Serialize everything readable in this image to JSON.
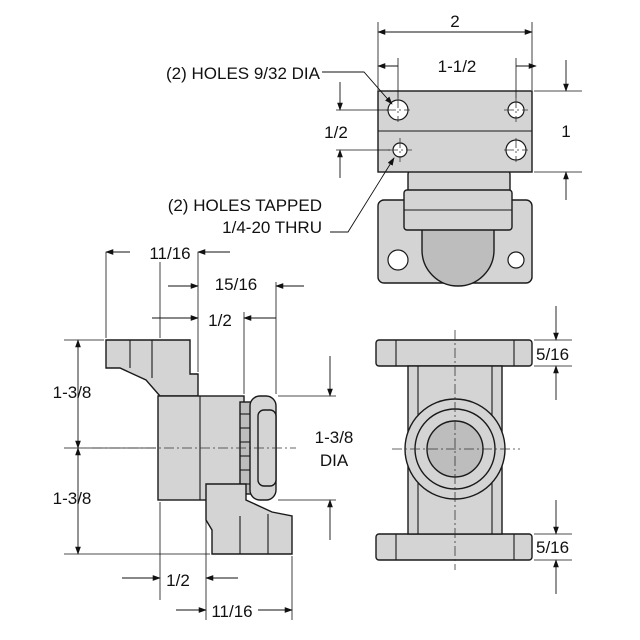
{
  "drawing": {
    "callouts": {
      "holes_dia": "(2) HOLES 9/32 DIA",
      "holes_tapped_line1": "(2) HOLES TAPPED",
      "holes_tapped_line2": "1/4-20 THRU"
    },
    "top_view": {
      "overall_width": "2",
      "hole_spacing": "1-1/2",
      "height": "1",
      "hole_offset": "1/2"
    },
    "side_view": {
      "dim_top_1": "11/16",
      "dim_top_2": "15/16",
      "dim_top_3": "1/2",
      "height_upper": "1-3/8",
      "height_lower": "1-3/8",
      "dim_bottom_1": "1/2",
      "dim_bottom_2": "11/16"
    },
    "front_view": {
      "diameter_line1": "1-3/8",
      "diameter_line2": "DIA",
      "flange_top": "5/16",
      "flange_bottom": "5/16"
    }
  }
}
